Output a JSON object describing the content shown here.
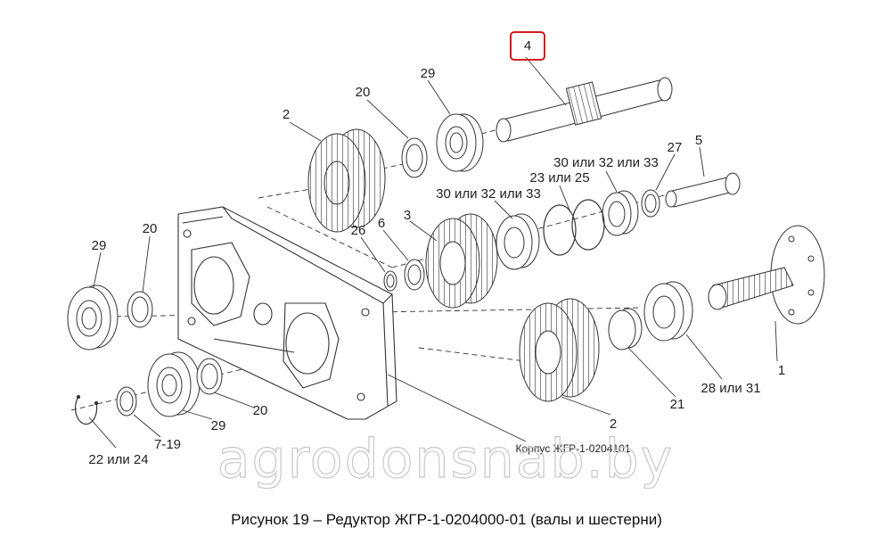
{
  "labels": {
    "l_4": "4",
    "l_29_top": "29",
    "l_20_top": "20",
    "l_2_top": "2",
    "l_27": "27",
    "l_5": "5",
    "l_30_32_33_a": "30 или 32 или 33",
    "l_23_25": "23 или 25",
    "l_30_32_33_b": "30 или 32 или 33",
    "l_29_left": "29",
    "l_20_left": "20",
    "l_26": "26",
    "l_6": "6",
    "l_3": "3",
    "l_1": "1",
    "l_28_31": "28 или 31",
    "l_21": "21",
    "l_2_bottom": "2",
    "l_29_bottom": "29",
    "l_20_bottom": "20",
    "l_7_19": "7-19",
    "l_22_24": "22 или 24",
    "l_housing": "Корпус ЖГР-1-0204101"
  },
  "watermark": "agrodonsnab.by",
  "caption": "Рисунок 19 – Редуктор ЖГР-1-0204000-01 (валы и шестерни)",
  "colors": {
    "highlight_box": "#cc0000",
    "line": "#222222"
  }
}
